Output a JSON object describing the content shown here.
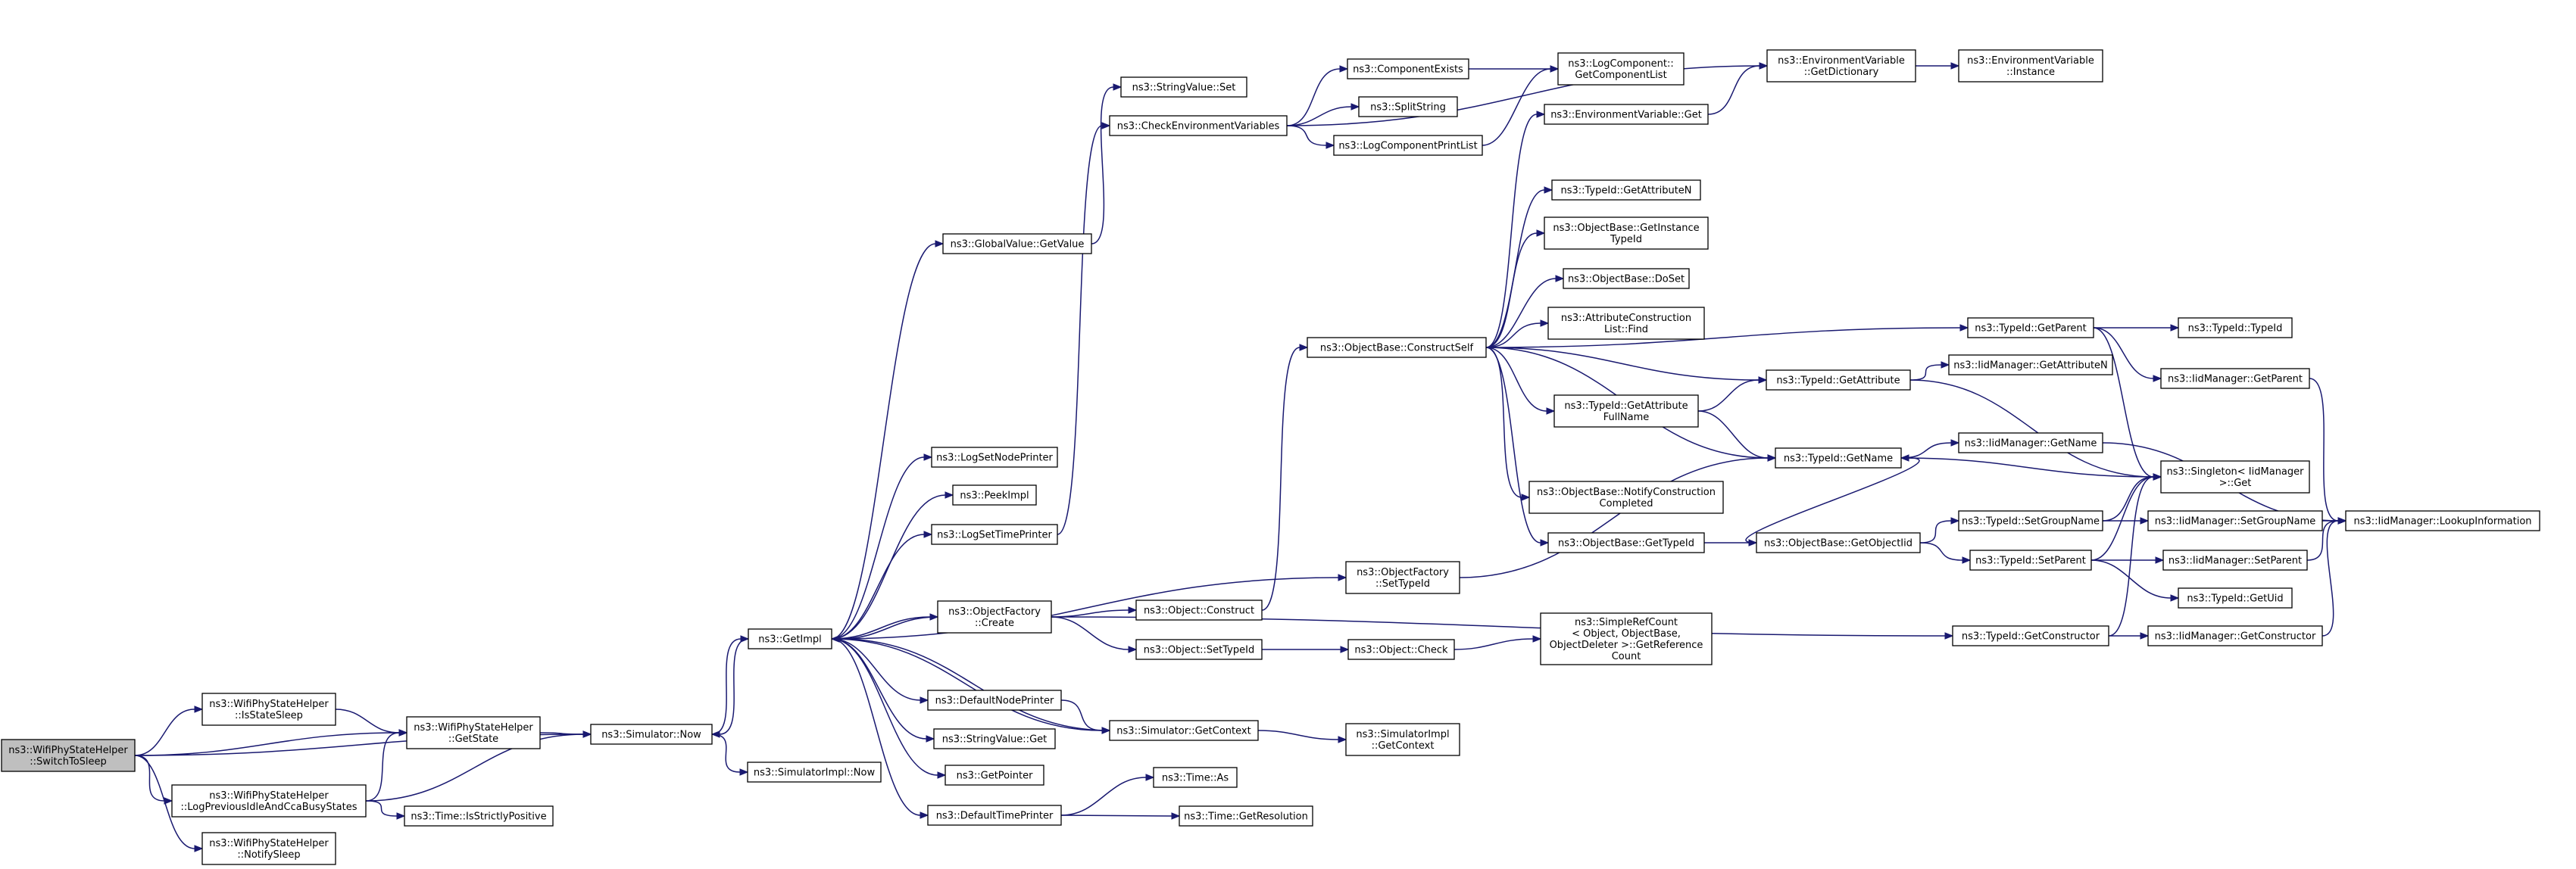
{
  "graph": {
    "nodes": [
      {
        "id": "root",
        "lines": [
          "ns3::WifiPhyStateHelper",
          "::SwitchToSleep"
        ],
        "root": true
      },
      {
        "id": "isStateSleep",
        "lines": [
          "ns3::WifiPhyStateHelper",
          "::IsStateSleep"
        ]
      },
      {
        "id": "getState",
        "lines": [
          "ns3::WifiPhyStateHelper",
          "::GetState"
        ]
      },
      {
        "id": "logPrev",
        "lines": [
          "ns3::WifiPhyStateHelper",
          "::LogPreviousIdleAndCcaBusyStates"
        ]
      },
      {
        "id": "notifySleep",
        "lines": [
          "ns3::WifiPhyStateHelper",
          "::NotifySleep"
        ]
      },
      {
        "id": "isStrictlyPositive",
        "lines": [
          "ns3::Time::IsStrictlyPositive"
        ]
      },
      {
        "id": "simNow",
        "lines": [
          "ns3::Simulator::Now"
        ]
      },
      {
        "id": "simImplNow",
        "lines": [
          "ns3::SimulatorImpl::Now"
        ]
      },
      {
        "id": "getImpl",
        "lines": [
          "ns3::GetImpl"
        ]
      },
      {
        "id": "gvGetValue",
        "lines": [
          "ns3::GlobalValue::GetValue"
        ]
      },
      {
        "id": "svSet",
        "lines": [
          "ns3::StringValue::Set"
        ]
      },
      {
        "id": "checkEnv",
        "lines": [
          "ns3::CheckEnvironmentVariables"
        ]
      },
      {
        "id": "compExists",
        "lines": [
          "ns3::ComponentExists"
        ]
      },
      {
        "id": "splitString",
        "lines": [
          "ns3::SplitString"
        ]
      },
      {
        "id": "logCompPrint",
        "lines": [
          "ns3::LogComponentPrintList"
        ]
      },
      {
        "id": "getCompList",
        "lines": [
          "ns3::LogComponent::",
          "GetComponentList"
        ]
      },
      {
        "id": "envGetDict",
        "lines": [
          "ns3::EnvironmentVariable",
          "::GetDictionary"
        ]
      },
      {
        "id": "envInstance",
        "lines": [
          "ns3::EnvironmentVariable",
          "::Instance"
        ]
      },
      {
        "id": "envGet",
        "lines": [
          "ns3::EnvironmentVariable::Get"
        ]
      },
      {
        "id": "logNodePrinter",
        "lines": [
          "ns3::LogSetNodePrinter"
        ]
      },
      {
        "id": "peekImpl",
        "lines": [
          "ns3::PeekImpl"
        ]
      },
      {
        "id": "logTimePrinter",
        "lines": [
          "ns3::LogSetTimePrinter"
        ]
      },
      {
        "id": "ofCreate",
        "lines": [
          "ns3::ObjectFactory",
          "::Create"
        ]
      },
      {
        "id": "defNodePrinter",
        "lines": [
          "ns3::DefaultNodePrinter"
        ]
      },
      {
        "id": "svGet",
        "lines": [
          "ns3::StringValue::Get"
        ]
      },
      {
        "id": "getPointer",
        "lines": [
          "ns3::GetPointer"
        ]
      },
      {
        "id": "defTimePrinter",
        "lines": [
          "ns3::DefaultTimePrinter"
        ]
      },
      {
        "id": "timeAs",
        "lines": [
          "ns3::Time::As"
        ]
      },
      {
        "id": "timeGetRes",
        "lines": [
          "ns3::Time::GetResolution"
        ]
      },
      {
        "id": "objConstruct",
        "lines": [
          "ns3::Object::Construct"
        ]
      },
      {
        "id": "objSetTypeId",
        "lines": [
          "ns3::Object::SetTypeId"
        ]
      },
      {
        "id": "objCheck",
        "lines": [
          "ns3::Object::Check"
        ]
      },
      {
        "id": "srcGetRef",
        "lines": [
          "ns3::SimpleRefCount",
          "< Object, ObjectBase,",
          "ObjectDeleter >::GetReference",
          "Count"
        ]
      },
      {
        "id": "simGetContext",
        "lines": [
          "ns3::Simulator::GetContext"
        ]
      },
      {
        "id": "simImplGetContext",
        "lines": [
          "ns3::SimulatorImpl",
          "::GetContext"
        ]
      },
      {
        "id": "ofSetTypeId",
        "lines": [
          "ns3::ObjectFactory",
          "::SetTypeId"
        ]
      },
      {
        "id": "constructSelf",
        "lines": [
          "ns3::ObjectBase::ConstructSelf"
        ]
      },
      {
        "id": "tidGetAttrN",
        "lines": [
          "ns3::TypeId::GetAttributeN"
        ]
      },
      {
        "id": "obGetInstTid",
        "lines": [
          "ns3::ObjectBase::GetInstance",
          "TypeId"
        ]
      },
      {
        "id": "obDoSet",
        "lines": [
          "ns3::ObjectBase::DoSet"
        ]
      },
      {
        "id": "acFind",
        "lines": [
          "ns3::AttributeConstruction",
          "List::Find"
        ]
      },
      {
        "id": "tidGetAttrFull",
        "lines": [
          "ns3::TypeId::GetAttribute",
          "FullName"
        ]
      },
      {
        "id": "obNotify",
        "lines": [
          "ns3::ObjectBase::NotifyConstruction",
          "Completed"
        ]
      },
      {
        "id": "obGetTypeId",
        "lines": [
          "ns3::ObjectBase::GetTypeId"
        ]
      },
      {
        "id": "obGetObjectIid",
        "lines": [
          "ns3::ObjectBase::GetObjectIid"
        ]
      },
      {
        "id": "tidGetAttr",
        "lines": [
          "ns3::TypeId::GetAttribute"
        ]
      },
      {
        "id": "tidGetName",
        "lines": [
          "ns3::TypeId::GetName"
        ]
      },
      {
        "id": "tidGetParent",
        "lines": [
          "ns3::TypeId::GetParent"
        ]
      },
      {
        "id": "tidSetGroupName",
        "lines": [
          "ns3::TypeId::SetGroupName"
        ]
      },
      {
        "id": "tidSetParent",
        "lines": [
          "ns3::TypeId::SetParent"
        ]
      },
      {
        "id": "tidGetConstructor",
        "lines": [
          "ns3::TypeId::GetConstructor"
        ]
      },
      {
        "id": "iidGetAttrN",
        "lines": [
          "ns3::IidManager::GetAttributeN"
        ]
      },
      {
        "id": "iidGetName",
        "lines": [
          "ns3::IidManager::GetName"
        ]
      },
      {
        "id": "singletonGet",
        "lines": [
          "ns3::Singleton< IidManager",
          ">::Get"
        ]
      },
      {
        "id": "tidTypeId",
        "lines": [
          "ns3::TypeId::TypeId"
        ]
      },
      {
        "id": "iidGetParent",
        "lines": [
          "ns3::IidManager::GetParent"
        ]
      },
      {
        "id": "iidSetGroupName",
        "lines": [
          "ns3::IidManager::SetGroupName"
        ]
      },
      {
        "id": "iidSetParent",
        "lines": [
          "ns3::IidManager::SetParent"
        ]
      },
      {
        "id": "tidGetUid",
        "lines": [
          "ns3::TypeId::GetUid"
        ]
      },
      {
        "id": "iidGetConstructor",
        "lines": [
          "ns3::IidManager::GetConstructor"
        ]
      },
      {
        "id": "iidLookup",
        "lines": [
          "ns3::IidManager::LookupInformation"
        ]
      }
    ],
    "edges": [
      [
        "root",
        "isStateSleep"
      ],
      [
        "root",
        "getState"
      ],
      [
        "root",
        "logPrev"
      ],
      [
        "root",
        "notifySleep"
      ],
      [
        "root",
        "simNow"
      ],
      [
        "isStateSleep",
        "getState"
      ],
      [
        "getState",
        "simNow"
      ],
      [
        "logPrev",
        "getState"
      ],
      [
        "logPrev",
        "simNow"
      ],
      [
        "logPrev",
        "isStrictlyPositive"
      ],
      [
        "simNow",
        "getImpl"
      ],
      [
        "simNow",
        "simImplNow"
      ],
      [
        "getImpl",
        "gvGetValue"
      ],
      [
        "getImpl",
        "logNodePrinter"
      ],
      [
        "getImpl",
        "peekImpl"
      ],
      [
        "getImpl",
        "logTimePrinter"
      ],
      [
        "getImpl",
        "ofSetTypeId"
      ],
      [
        "getImpl",
        "ofCreate"
      ],
      [
        "getImpl",
        "defNodePrinter"
      ],
      [
        "getImpl",
        "simGetContext"
      ],
      [
        "getImpl",
        "svGet"
      ],
      [
        "getImpl",
        "getPointer"
      ],
      [
        "getImpl",
        "defTimePrinter"
      ],
      [
        "getImpl",
        "simNow"
      ],
      [
        "gvGetValue",
        "svSet"
      ],
      [
        "logTimePrinter",
        "checkEnv"
      ],
      [
        "checkEnv",
        "compExists"
      ],
      [
        "checkEnv",
        "splitString"
      ],
      [
        "checkEnv",
        "logCompPrint"
      ],
      [
        "checkEnv",
        "envGetDict"
      ],
      [
        "compExists",
        "getCompList"
      ],
      [
        "logCompPrint",
        "getCompList"
      ],
      [
        "envGetDict",
        "envInstance"
      ],
      [
        "envGet",
        "envGetDict"
      ],
      [
        "ofCreate",
        "getImpl"
      ],
      [
        "ofCreate",
        "objConstruct"
      ],
      [
        "ofCreate",
        "objSetTypeId"
      ],
      [
        "ofCreate",
        "tidGetConstructor"
      ],
      [
        "defNodePrinter",
        "simGetContext"
      ],
      [
        "simGetContext",
        "simImplGetContext"
      ],
      [
        "simGetContext",
        "getImpl"
      ],
      [
        "defTimePrinter",
        "timeAs"
      ],
      [
        "defTimePrinter",
        "timeGetRes"
      ],
      [
        "objConstruct",
        "constructSelf"
      ],
      [
        "objSetTypeId",
        "objCheck"
      ],
      [
        "objCheck",
        "srcGetRef"
      ],
      [
        "ofSetTypeId",
        "tidGetName"
      ],
      [
        "constructSelf",
        "envGet"
      ],
      [
        "constructSelf",
        "tidGetAttrN"
      ],
      [
        "constructSelf",
        "obGetInstTid"
      ],
      [
        "constructSelf",
        "obDoSet"
      ],
      [
        "constructSelf",
        "acFind"
      ],
      [
        "constructSelf",
        "tidGetAttrFull"
      ],
      [
        "constructSelf",
        "obNotify"
      ],
      [
        "constructSelf",
        "obGetTypeId"
      ],
      [
        "constructSelf",
        "tidGetAttr"
      ],
      [
        "constructSelf",
        "tidGetName"
      ],
      [
        "constructSelf",
        "tidGetParent"
      ],
      [
        "tidGetAttrFull",
        "tidGetAttr"
      ],
      [
        "tidGetAttrFull",
        "tidGetName"
      ],
      [
        "obGetTypeId",
        "obGetObjectIid"
      ],
      [
        "obGetObjectIid",
        "tidGetName"
      ],
      [
        "obGetObjectIid",
        "tidSetGroupName"
      ],
      [
        "obGetObjectIid",
        "tidSetParent"
      ],
      [
        "tidGetAttr",
        "iidGetAttrN"
      ],
      [
        "tidGetAttr",
        "singletonGet"
      ],
      [
        "tidGetName",
        "iidGetName"
      ],
      [
        "tidGetName",
        "singletonGet"
      ],
      [
        "tidGetParent",
        "tidTypeId"
      ],
      [
        "tidGetParent",
        "iidGetParent"
      ],
      [
        "tidGetParent",
        "singletonGet"
      ],
      [
        "tidSetGroupName",
        "iidSetGroupName"
      ],
      [
        "tidSetGroupName",
        "singletonGet"
      ],
      [
        "tidSetParent",
        "iidSetParent"
      ],
      [
        "tidSetParent",
        "tidGetUid"
      ],
      [
        "tidSetParent",
        "singletonGet"
      ],
      [
        "tidGetConstructor",
        "iidGetConstructor"
      ],
      [
        "tidGetConstructor",
        "singletonGet"
      ],
      [
        "iidGetName",
        "iidLookup"
      ],
      [
        "iidGetParent",
        "iidLookup"
      ],
      [
        "iidSetGroupName",
        "iidLookup"
      ],
      [
        "iidSetParent",
        "iidLookup"
      ],
      [
        "iidGetConstructor",
        "iidLookup"
      ]
    ]
  }
}
